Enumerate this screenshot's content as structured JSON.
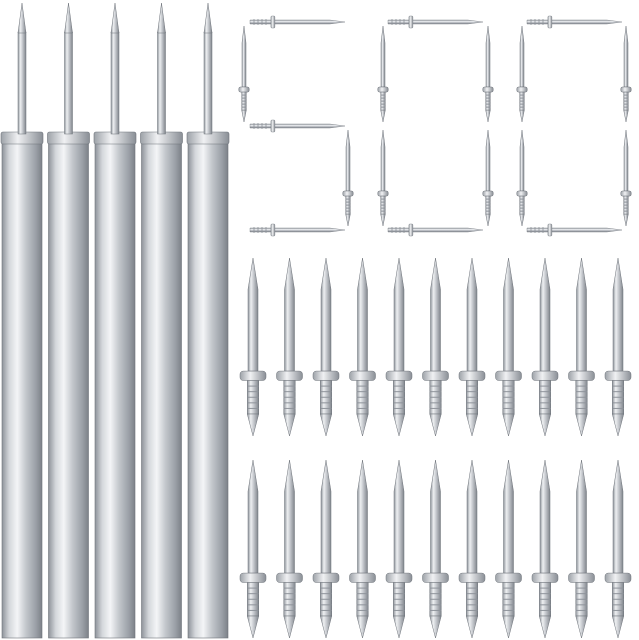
{
  "scene": {
    "description_hidden": false,
    "colors": {
      "background": "#ffffff",
      "metal_light": "#f4f5f7",
      "metal_mid": "#c9ccd1",
      "metal_dark": "#8e939a",
      "metal_edge": "#6f747b",
      "setting_tool_highlight": "#e9ebee"
    },
    "counts": {
      "setting_tools": 5,
      "nail_rows": 2,
      "nails_per_row": 11
    },
    "digits": [
      "5",
      "0",
      "0"
    ]
  }
}
